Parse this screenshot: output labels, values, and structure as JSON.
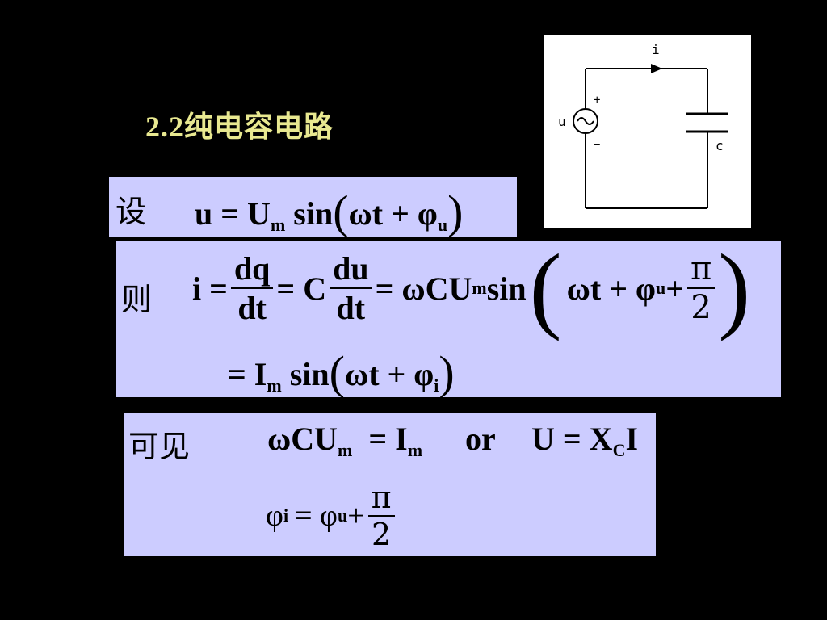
{
  "slide": {
    "title": "2.2纯电容电路"
  },
  "circuit": {
    "current_label": "i",
    "voltage_label": "u",
    "plus_label": "+",
    "minus_label": "−",
    "capacitor_label": "c"
  },
  "box_set": {
    "prefix": "设",
    "eq": "u = U",
    "m_sub": "m",
    "sin": " sin",
    "lparen": "(",
    "wt": "ωt + φ",
    "u_sub": "u",
    "rparen": ")"
  },
  "box_then": {
    "prefix": "则",
    "i_eq": "i =",
    "frac1_num": "dq",
    "frac1_den": "dt",
    "eq_c": "= C",
    "frac2_num": "du",
    "frac2_den": "dt",
    "eq_wcu": "= ωCU",
    "m_sub": "m",
    "sin": " sin",
    "lparen": "(",
    "wt": "ωt + φ",
    "u_sub": "u",
    "plus": " +",
    "pi_num": "π",
    "pi_den": "2",
    "rparen": ")",
    "line2_eq": "= I",
    "line2_m_sub": "m",
    "line2_sin": " sin",
    "line2_lparen": "(",
    "line2_wt": "ωt + φ",
    "line2_i_sub": "i",
    "line2_rparen": ")"
  },
  "box_see": {
    "prefix": "可见",
    "wcu": "ωCU",
    "m_sub1": "m",
    "eq_i": " = I",
    "m_sub2": "m",
    "or": "or",
    "u_eq": "U = X",
    "c_sub": "C",
    "i_end": "I",
    "phi": "φ",
    "i_sub": "i",
    "eq_phi": " = φ",
    "u_sub": "u",
    "plus": " +",
    "pi_num": "π",
    "pi_den": "2"
  }
}
